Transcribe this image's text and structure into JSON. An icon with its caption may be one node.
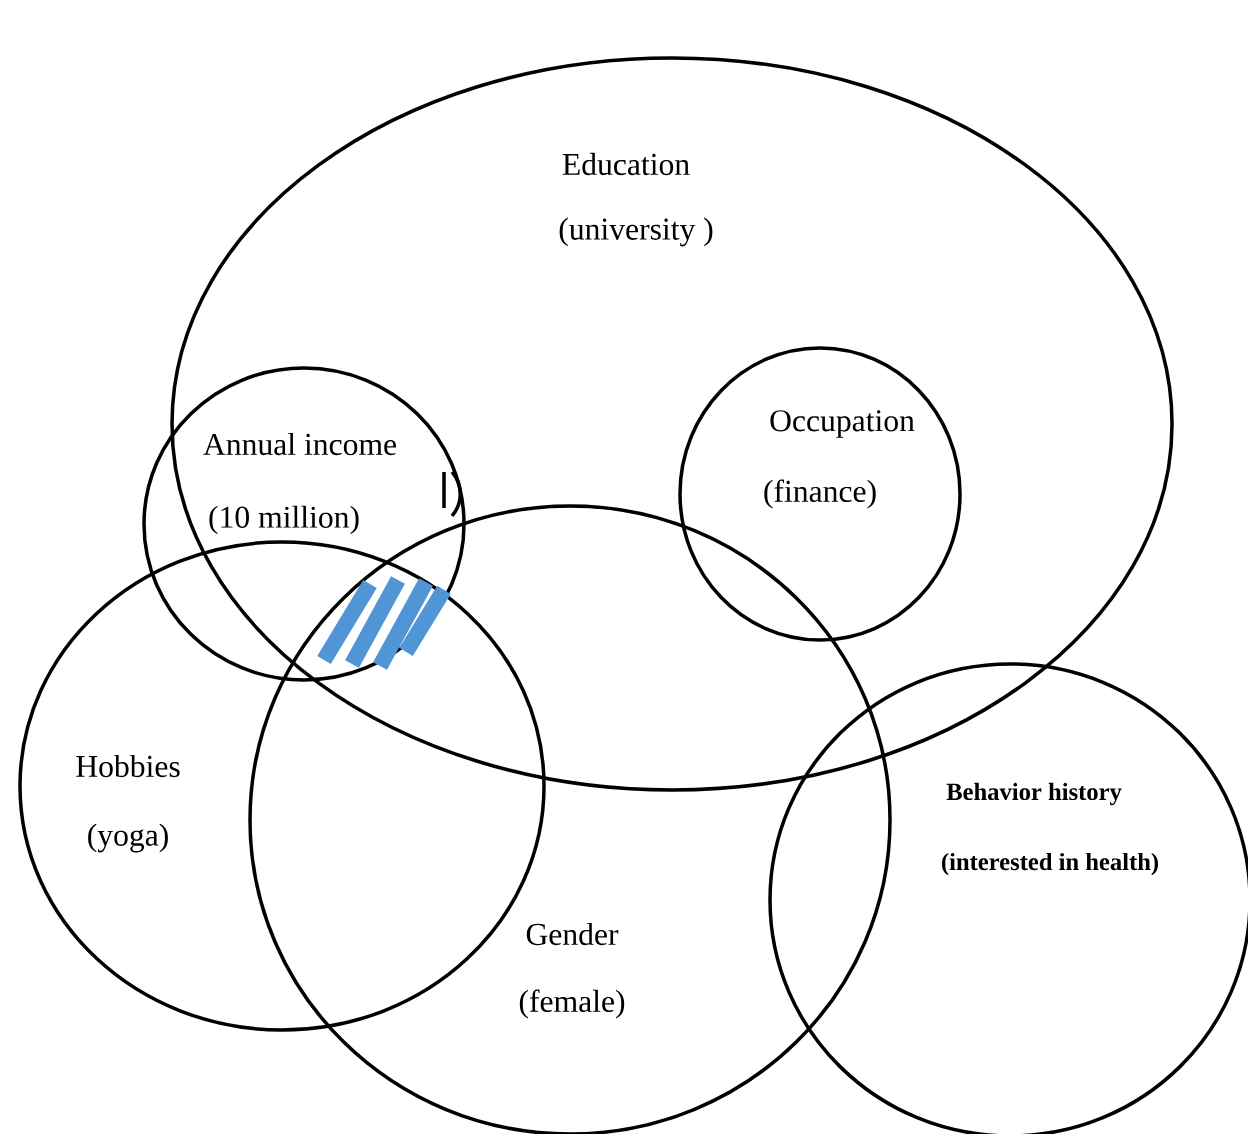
{
  "diagram": {
    "nodes": [
      {
        "text": [
          "Education",
          "(university )"
        ]
      },
      {
        "text": [
          "Occupation",
          "(finance)"
        ],
        "in": 0
      },
      {
        "text": [
          "Annual income",
          "(10 million)"
        ]
      },
      {
        "text": [
          "Hobbies",
          "(yoga)"
        ]
      },
      {
        "text": [
          "Gender",
          "(female)"
        ]
      },
      {
        "text": [
          "Behavior history",
          "(interested in health)"
        ]
      }
    ]
  }
}
